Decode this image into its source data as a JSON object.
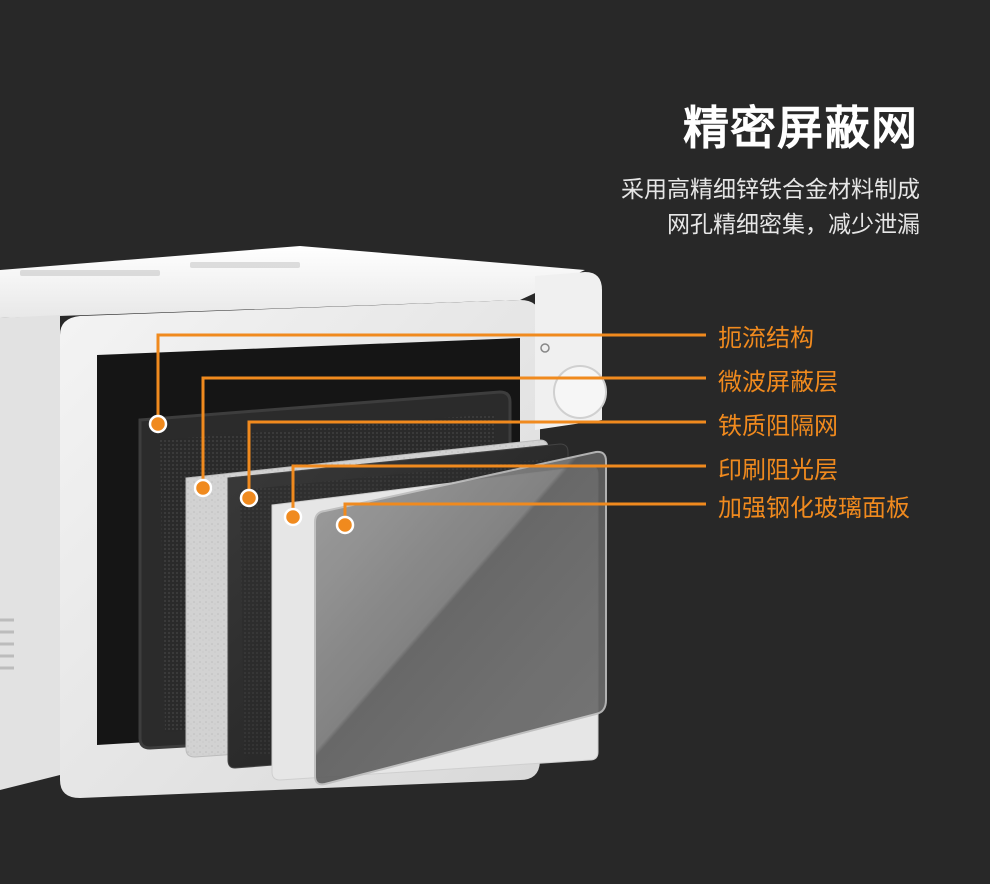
{
  "heading": {
    "title": "精密屏蔽网",
    "subtitle_line1": "采用高精细锌铁合金材料制成",
    "subtitle_line2": "网孔精细密集，减少泄漏"
  },
  "layers": [
    {
      "label": "扼流结构"
    },
    {
      "label": "微波屏蔽层"
    },
    {
      "label": "铁质阻隔网"
    },
    {
      "label": "印刷阻光层"
    },
    {
      "label": "加强钢化玻璃面板"
    }
  ],
  "colors": {
    "background": "#282828",
    "accent": "#f08a1e",
    "title": "#ffffff",
    "subtitle": "#e6e6e6"
  }
}
